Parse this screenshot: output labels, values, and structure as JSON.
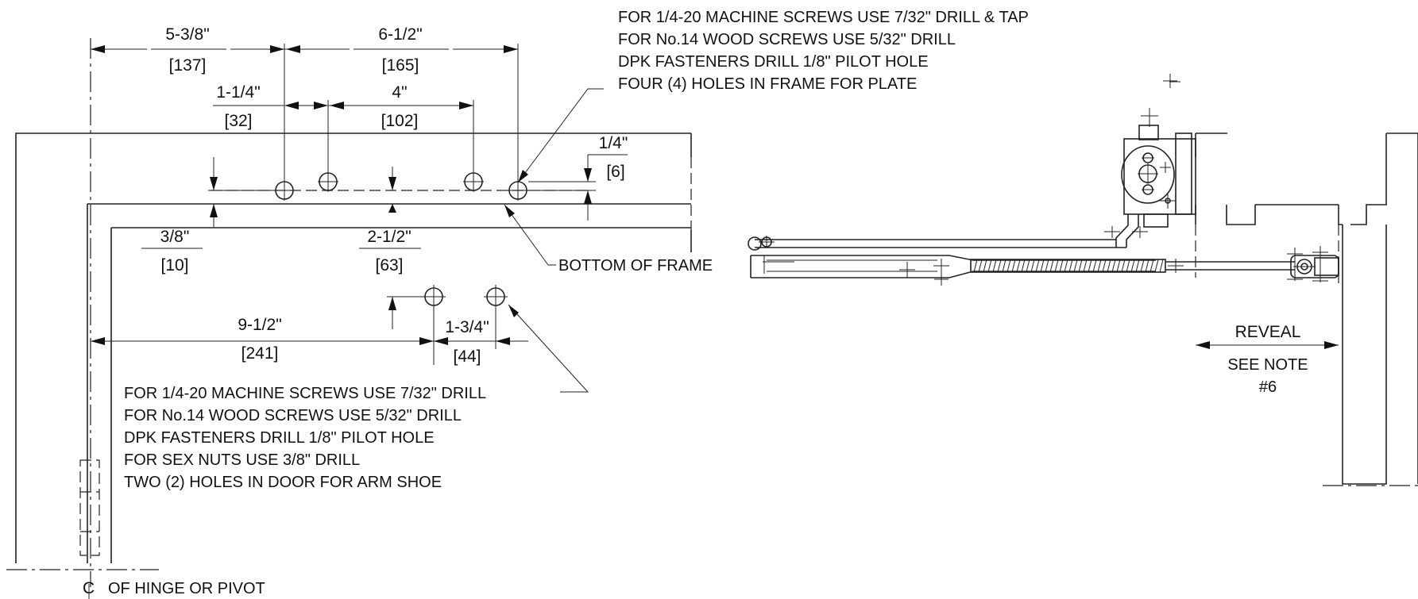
{
  "dims": {
    "d1": {
      "frac": "5-3/8\"",
      "mm": "[137]"
    },
    "d2": {
      "frac": "6-1/2\"",
      "mm": "[165]"
    },
    "d3": {
      "frac": "1-1/4\"",
      "mm": "[32]"
    },
    "d4": {
      "frac": "4\"",
      "mm": "[102]"
    },
    "d5": {
      "frac": "1/4\"",
      "mm": "[6]"
    },
    "d6": {
      "frac": "3/8\"",
      "mm": "[10]"
    },
    "d7": {
      "frac": "2-1/2\"",
      "mm": "[63]"
    },
    "d8": {
      "frac": "9-1/2\"",
      "mm": "[241]"
    },
    "d9": {
      "frac": "1-3/4\"",
      "mm": "[44]"
    }
  },
  "frame_note": [
    "FOR 1/4-20 MACHINE SCREWS USE 7/32\" DRILL & TAP",
    "FOR No.14 WOOD SCREWS USE 5/32\" DRILL",
    "DPK FASTENERS DRILL 1/8\" PILOT HOLE",
    "FOUR (4) HOLES IN FRAME FOR PLATE"
  ],
  "door_note": [
    "FOR 1/4-20 MACHINE SCREWS USE 7/32\" DRILL",
    "FOR No.14 WOOD SCREWS USE 5/32\" DRILL",
    "DPK FASTENERS DRILL 1/8\" PILOT HOLE",
    "FOR SEX NUTS USE 3/8\" DRILL",
    "TWO (2) HOLES IN DOOR FOR ARM SHOE"
  ],
  "labels": {
    "bottom_of_frame": "BOTTOM OF FRAME",
    "reveal": "REVEAL",
    "see_note": "SEE NOTE",
    "note_no": "#6",
    "centerline_symbol": "C",
    "centerline_text": "OF HINGE OR PIVOT"
  }
}
